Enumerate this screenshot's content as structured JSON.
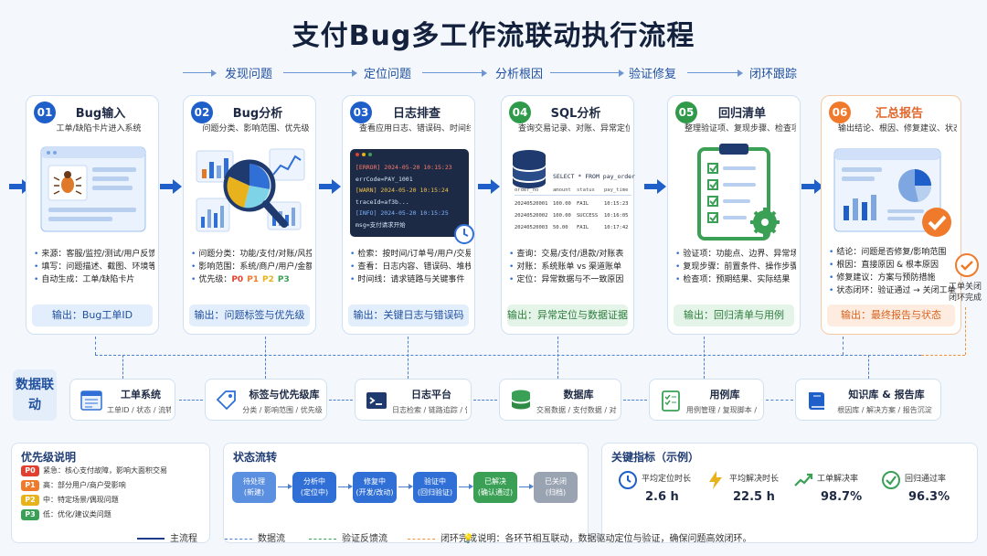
{
  "title": "支付Bug多工作流联动执行流程",
  "phases": [
    "发现问题",
    "定位问题",
    "分析根因",
    "验证修复",
    "闭环跟踪"
  ],
  "cards": [
    {
      "num": "01",
      "title": "Bug输入",
      "subtitle": "工单/缺陷卡片进入系统",
      "bullets": [
        "来源：客服/监控/测试/用户反馈",
        "填写：问题描述、截图、环境等",
        "自动生成：工单/缺陷卡片"
      ],
      "output": "输出：Bug工单ID",
      "color": "#1f5fc9"
    },
    {
      "num": "02",
      "title": "Bug分析",
      "subtitle": "问题分类、影响范围、优先级",
      "bullets": [
        "问题分类：功能/支付/对账/风控...",
        "影响范围：系统/商户/用户/金额"
      ],
      "priority_label": "优先级：",
      "priority_tags": [
        "P0",
        "P1",
        "P2",
        "P3"
      ],
      "output": "输出：问题标签与优先级",
      "color": "#1f5fc9"
    },
    {
      "num": "03",
      "title": "日志排查",
      "subtitle": "查看应用日志、错误码、时间线",
      "bullets": [
        "检索：按时间/订单号/用户/交易号",
        "查看：日志内容、错误码、堆栈",
        "时间线：请求链路与关键事件"
      ],
      "log_lines": [
        "[ERROR] 2024-05-20 10:15:23",
        "errCode=PAY_1001",
        "[WARN] 2024-05-20 10:15:24",
        "traceId=af3b...",
        "[INFO] 2024-05-20 10:15:25",
        "msg=支付请求开始"
      ],
      "output": "输出：关键日志与错误码",
      "color": "#1f5fc9"
    },
    {
      "num": "04",
      "title": "SQL分析",
      "subtitle": "查询交易记录、对账、异常定位",
      "bullets": [
        "查询：交易/支付/退款/对账表",
        "对账：系统账单 vs 渠道账单",
        "定位：异常数据与不一致原因"
      ],
      "sql": "SELECT * FROM pay_order",
      "table_headers": [
        "order_no",
        "amount",
        "status",
        "pay_time"
      ],
      "table_rows": [
        [
          "20240520001",
          "100.00",
          "FAIL",
          "10:15:23"
        ],
        [
          "20240520002",
          "100.00",
          "SUCCESS",
          "10:16:05"
        ],
        [
          "20240520003",
          "50.00",
          "FAIL",
          "10:17:42"
        ]
      ],
      "output": "输出：异常定位与数据证据",
      "color": "#2e9a4a"
    },
    {
      "num": "05",
      "title": "回归清单",
      "subtitle": "整理验证项、复现步骤、检查项",
      "bullets": [
        "验证项：功能点、边界、异常场景",
        "复现步骤：前置条件、操作步骤",
        "检查项：预期结果、实际结果"
      ],
      "output": "输出：回归清单与用例",
      "color": "#2e9a4a"
    },
    {
      "num": "06",
      "title": "汇总报告",
      "subtitle": "输出结论、根因、修复建议、状态闭环",
      "bullets": [
        "结论：问题是否修复/影响范围",
        "根因：直接原因 & 根本原因",
        "修复建议：方案与预防措施",
        "状态闭环：验证通过 → 关闭工单"
      ],
      "output": "输出：最终报告与状态",
      "color": "#f07a2b"
    }
  ],
  "close_note": "工单关闭闭环完成",
  "data_linkage": "数据联动",
  "systems": [
    {
      "name": "工单系统",
      "desc": "工单ID / 状态 / 流转记录"
    },
    {
      "name": "标签与优先级库",
      "desc": "分类 / 影响范围 / 优先级"
    },
    {
      "name": "日志平台",
      "desc": "日志检索 / 链路追踪 / 告警"
    },
    {
      "name": "数据库",
      "desc": "交易数据 / 支付数据 / 对账数据"
    },
    {
      "name": "用例库",
      "desc": "用例管理 / 复现脚本 / 结果记录"
    },
    {
      "name": "知识库 & 报告库",
      "desc": "根因库 / 解决方案 / 报告沉淀"
    }
  ],
  "priority_panel": {
    "title": "优先级说明",
    "items": [
      {
        "tag": "P0",
        "text": "紧急：核心支付故障，影响大面积交易",
        "color": "#e0402f"
      },
      {
        "tag": "P1",
        "text": "高：部分用户/商户受影响",
        "color": "#f07a2b"
      },
      {
        "tag": "P2",
        "text": "中：特定场景/偶现问题",
        "color": "#e8b21c"
      },
      {
        "tag": "P3",
        "text": "低：优化/建议类问题",
        "color": "#3aa055"
      }
    ]
  },
  "status_panel": {
    "title": "状态流转",
    "states": [
      {
        "name": "待处理",
        "sub": "(新建)",
        "color": "#5b8fe0"
      },
      {
        "name": "分析中",
        "sub": "(定位中)",
        "color": "#2f6fd6"
      },
      {
        "name": "修复中",
        "sub": "(开发/改动)",
        "color": "#2f6fd6"
      },
      {
        "name": "验证中",
        "sub": "(回归验证)",
        "color": "#2f6fd6"
      },
      {
        "name": "已解决",
        "sub": "(确认通过)",
        "color": "#3aa055"
      },
      {
        "name": "已关闭",
        "sub": "(归档)",
        "color": "#9aa3b2"
      }
    ]
  },
  "kpi_panel": {
    "title": "关键指标（示例）",
    "items": [
      {
        "name": "平均定位时长",
        "value": "2.6 h",
        "icon": "clock-icon"
      },
      {
        "name": "平均解决时长",
        "value": "22.5 h",
        "icon": "lightning-icon"
      },
      {
        "name": "工单解决率",
        "value": "98.7%",
        "icon": "trend-icon"
      },
      {
        "name": "回归通过率",
        "value": "96.3%",
        "icon": "check-circle-icon"
      }
    ]
  },
  "legend": {
    "main": "主流程",
    "data": "数据流",
    "verify": "验证反馈流",
    "close": "闭环完成",
    "note": "说明：各环节相互联动，数据驱动定位与验证，确保问题高效闭环。"
  }
}
